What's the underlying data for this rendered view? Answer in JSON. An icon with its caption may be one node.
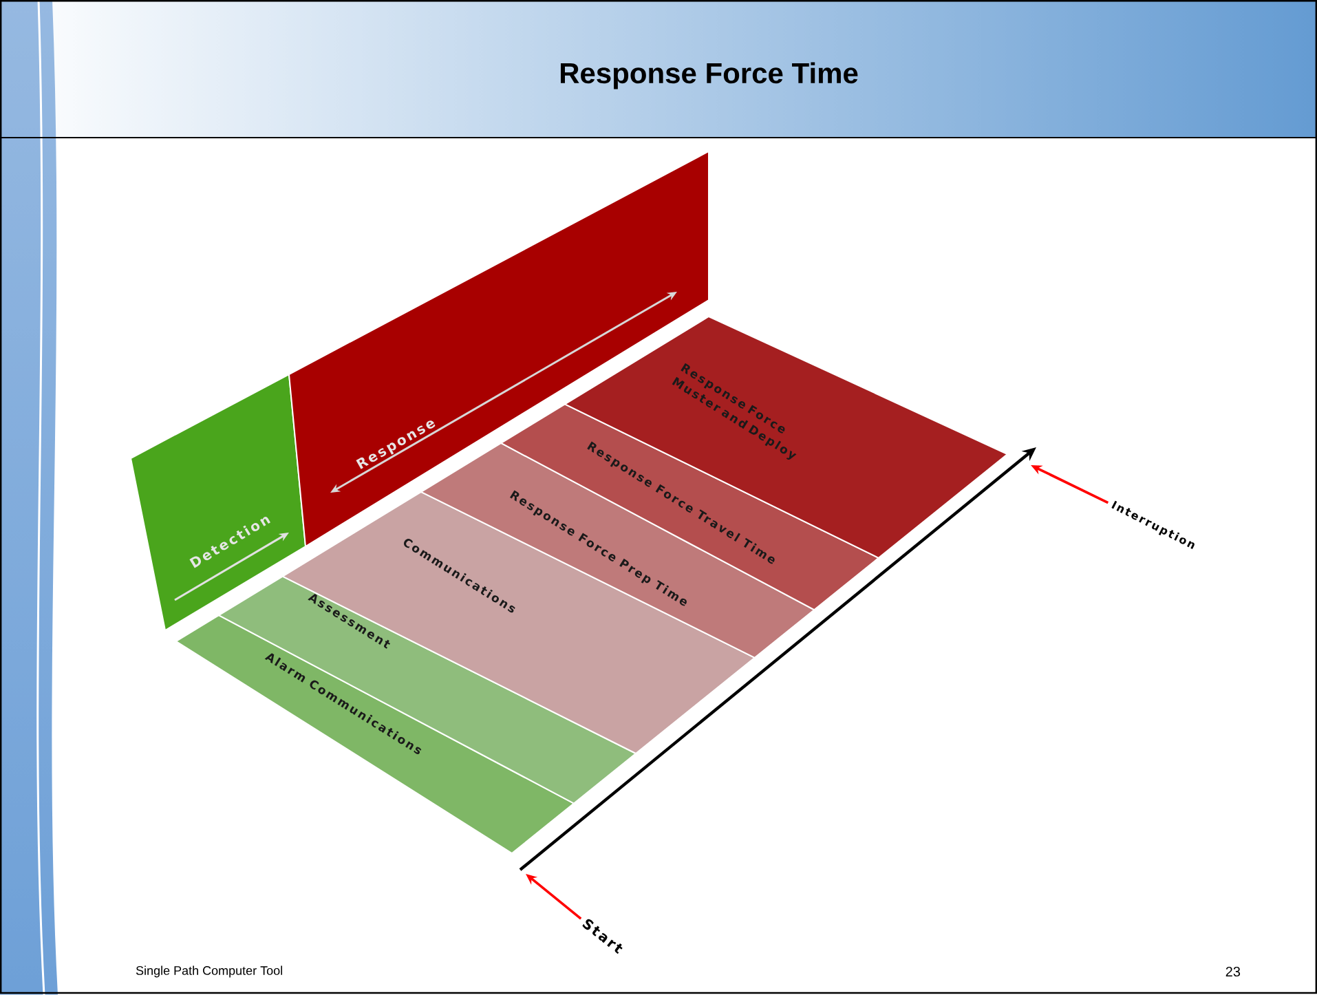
{
  "diagram": {
    "title": "Response Force Time",
    "nodes": [
      {
        "text": [
          "Detection"
        ]
      },
      {
        "text": [
          "Response"
        ]
      },
      {
        "text": [
          "Alarm Communications"
        ]
      },
      {
        "text": [
          "Assessment"
        ]
      },
      {
        "text": [
          "Communications"
        ]
      },
      {
        "text": [
          "Response Force Prep Time"
        ]
      },
      {
        "text": [
          "Response Force Travel Time"
        ]
      },
      {
        "text": [
          "Response Force Muster and Deploy"
        ]
      },
      {
        "text": [
          "Interruption"
        ]
      },
      {
        "text": [
          "Start"
        ]
      }
    ],
    "edges": [
      {
        "from": 8,
        "to": null,
        "arrow": "to"
      },
      {
        "from": 9,
        "to": null,
        "arrow": "to"
      }
    ],
    "labels": [
      "Single Path Computer Tool",
      "23"
    ]
  }
}
